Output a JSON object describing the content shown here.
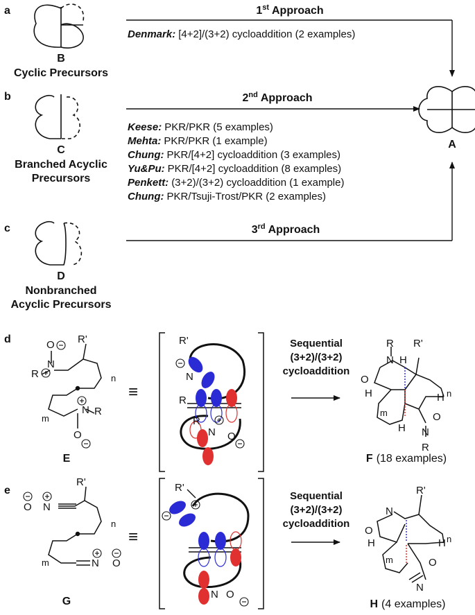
{
  "panels": [
    {
      "letter": "a",
      "compound": "B",
      "desc": [
        "Cyclic Precursors"
      ],
      "approach": "1",
      "approach_sup": "st",
      "approach_text": "Approach",
      "items": [
        {
          "author": "Denmark:",
          "text": "[4+2]/(3+2) cycloaddition (2 examples)"
        }
      ]
    },
    {
      "letter": "b",
      "compound": "C",
      "desc": [
        "Branched Acyclic",
        "Precursors"
      ],
      "approach": "2",
      "approach_sup": "nd",
      "approach_text": "Approach",
      "items": [
        {
          "author": "Keese:",
          "text": "PKR/PKR (5 examples)"
        },
        {
          "author": "Mehta:",
          "text": "PKR/PKR (1 example)"
        },
        {
          "author": "Chung:",
          "text": "PKR/[4+2] cycloaddition (3 examples)"
        },
        {
          "author": "Yu&Pu:",
          "text": "PKR/[4+2] cycloaddition (8 examples)"
        },
        {
          "author": "Penkett:",
          "text": "(3+2)/(3+2) cycloaddition (1 example)"
        },
        {
          "author": "Chung:",
          "text": "PKR/Tsuji-Trost/PKR (2 examples)"
        }
      ]
    },
    {
      "letter": "c",
      "compound": "D",
      "desc": [
        "Nonbranched",
        "Acyclic Precursors"
      ],
      "approach": "3",
      "approach_sup": "rd",
      "approach_text": "Approach",
      "items": []
    }
  ],
  "target": {
    "compound": "A"
  },
  "reactions": [
    {
      "letter": "d",
      "start": "E",
      "product": "F",
      "product_note": "(18 examples)",
      "arrow_label": [
        "Sequential",
        "(3+2)/(3+2)",
        "cycloaddition"
      ]
    },
    {
      "letter": "e",
      "start": "G",
      "product": "H",
      "product_note": "(4 examples)",
      "arrow_label": [
        "Sequential",
        "(3+2)/(3+2)",
        "cycloaddition"
      ]
    }
  ],
  "atoms": {
    "R": "R",
    "Rp": "R'",
    "O": "O",
    "N": "N",
    "H": "H",
    "n": "n",
    "m": "m",
    "plus": "+",
    "minus": "−",
    "equiv": "≡"
  },
  "colors": {
    "blue": "#1f1fe6",
    "red": "#e61f1f",
    "line": "#111111",
    "lobe_blue": "#2b2bd6",
    "lobe_red": "#e03030"
  }
}
